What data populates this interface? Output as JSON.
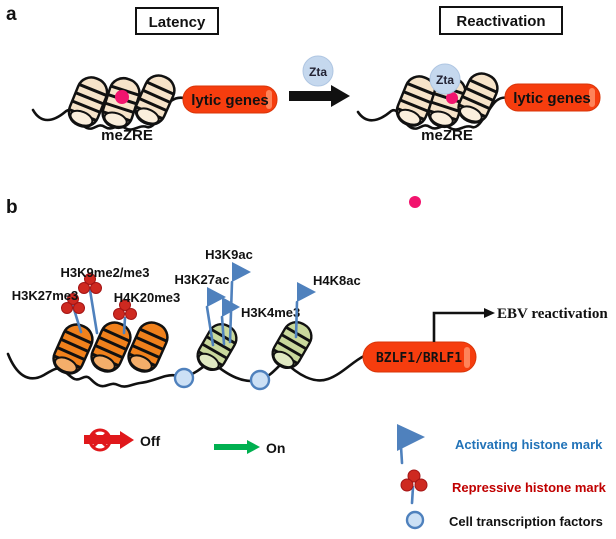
{
  "panel_a": {
    "label": "a",
    "latency_title": "Latency",
    "reactivation_title": "Reactivation",
    "zta_label": "Zta",
    "left": {
      "gene_label": "lytic genes",
      "site_label": "meZRE"
    },
    "right": {
      "gene_label": "lytic genes",
      "site_label": "meZRE",
      "zta_label": "Zta"
    }
  },
  "panel_b": {
    "label": "b",
    "repressive_marks": [
      "H3K27me3",
      "H3K9me2/me3",
      "H4K20me3"
    ],
    "activating_marks": [
      "H3K27ac",
      "H3K9ac",
      "H3K4me3",
      "H4K8ac"
    ],
    "gene_label": "BZLF1/BRLF1",
    "outcome_label": "EBV reactivation"
  },
  "legend": {
    "off_label": "Off",
    "on_label": "On",
    "activating": "Activating histone mark",
    "repressive": "Repressive histone mark",
    "tf": "Cell transcription factors"
  },
  "colors": {
    "ink": "#111111",
    "pill_red": "#F63D0E",
    "pill_highlight": "#FF8F66",
    "cream_body": "#F6E3C9",
    "cream_cap": "#FAEEDC",
    "orange_body": "#F0811C",
    "orange_cap": "#F4AE6A",
    "green_body": "#C9D89C",
    "green_cap": "#E0E9C2",
    "pink": "#F2146E",
    "zta_fill": "#C5D8EE",
    "steel_blue": "#4F81BD",
    "mark_red": "#CE2920",
    "tf_fill": "#CCE0F5",
    "green_arrow": "#00B050",
    "off_red": "#E0181B",
    "activating_text": "#2273B8",
    "repressive_text": "#C00000"
  }
}
